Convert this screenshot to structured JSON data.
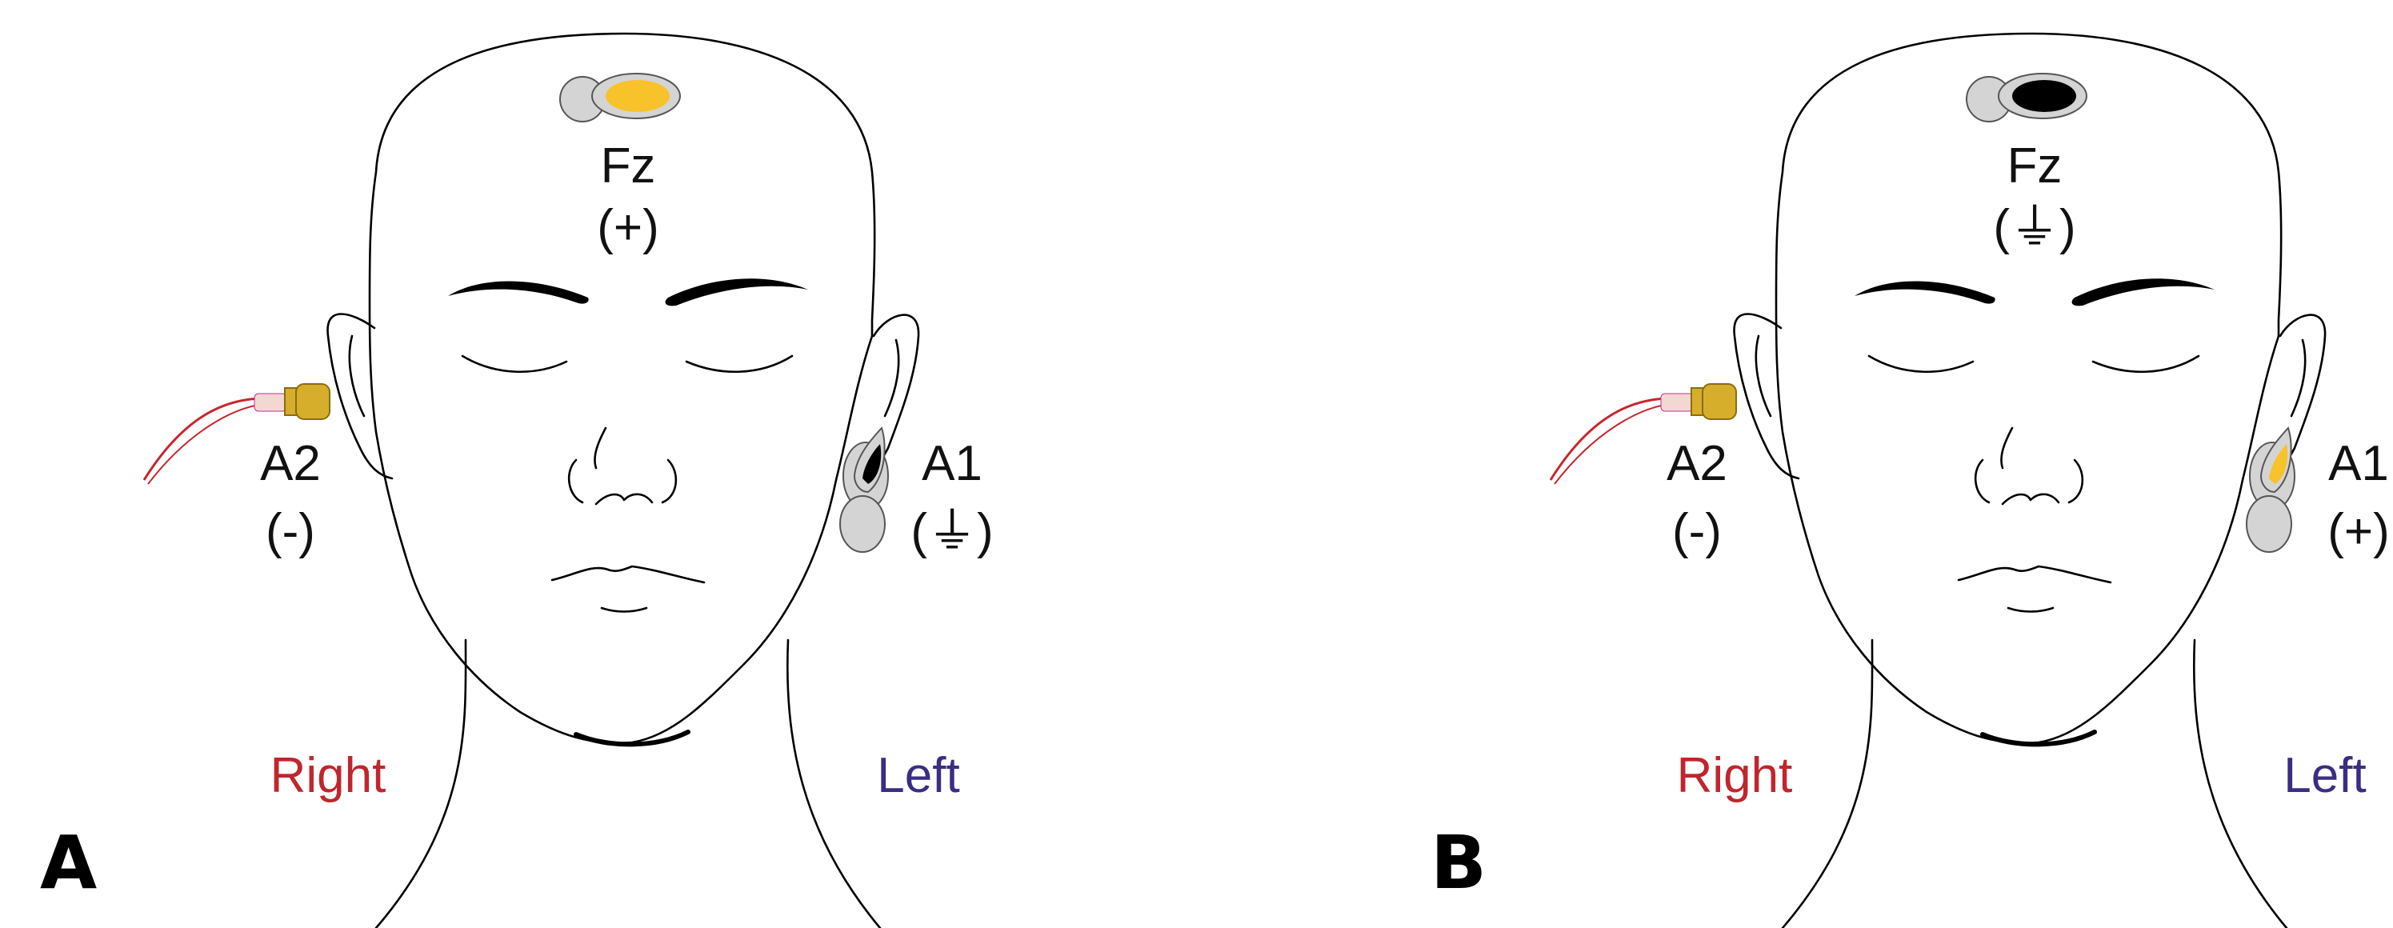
{
  "panels": [
    {
      "id": "A",
      "label": "A",
      "fz": {
        "name": "Fz",
        "sign": "(+)",
        "fill": "#f8c22a"
      },
      "a1": {
        "name": "A1",
        "sign": "(⏚)",
        "fill": "#000000"
      },
      "a2": {
        "name": "A2",
        "sign": "(-)"
      },
      "right_label": "Right",
      "left_label": "Left"
    },
    {
      "id": "B",
      "label": "B",
      "fz": {
        "name": "Fz",
        "sign": "(⏚)",
        "fill": "#000000"
      },
      "a1": {
        "name": "A1",
        "sign": "(+)",
        "fill": "#f8c22a"
      },
      "a2": {
        "name": "A2",
        "sign": "(-)"
      },
      "right_label": "Right",
      "left_label": "Left"
    }
  ],
  "colors": {
    "right_text": "#c0262d",
    "left_text": "#3b2d82",
    "electrode_gray": "#d4d4d4",
    "earphone_gold": "#d6ae2b",
    "wire_red": "#c8262d"
  }
}
